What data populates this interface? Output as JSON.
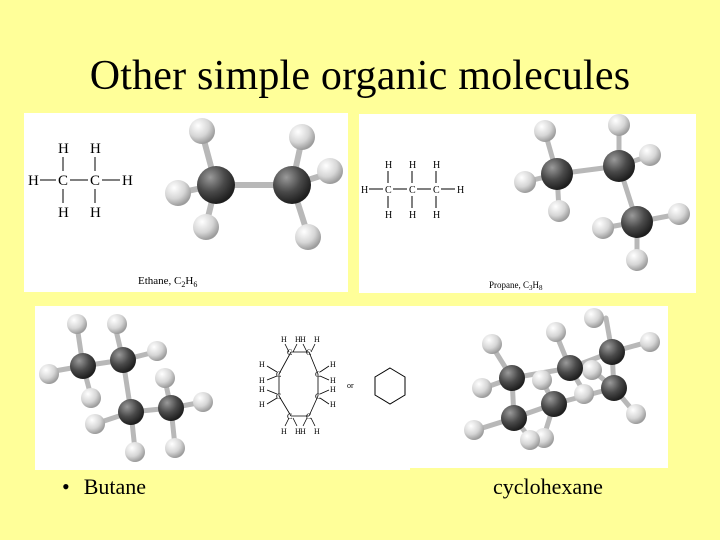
{
  "slide": {
    "title": "Other simple organic molecules",
    "bullet_text": "Butane",
    "right_label": "cyclohexane"
  },
  "ethane": {
    "caption_name": "Ethane, C",
    "caption_sub1": "2",
    "caption_h": "H",
    "caption_sub2": "6",
    "atoms": {
      "c": "C",
      "h": "H"
    }
  },
  "propane": {
    "caption_name": "Propane, C",
    "caption_sub1": "3",
    "caption_h": "H",
    "caption_sub2": "8",
    "atoms": {
      "c": "C",
      "h": "H"
    }
  },
  "cyclohexane_panel": {
    "or_text": "or",
    "atoms": {
      "c": "C",
      "h": "H"
    }
  },
  "colors": {
    "background": "#ffff99",
    "carbon": "#3d3d3d",
    "hydrogen": "#d9d9d9",
    "bond": "#b8b8b8"
  }
}
